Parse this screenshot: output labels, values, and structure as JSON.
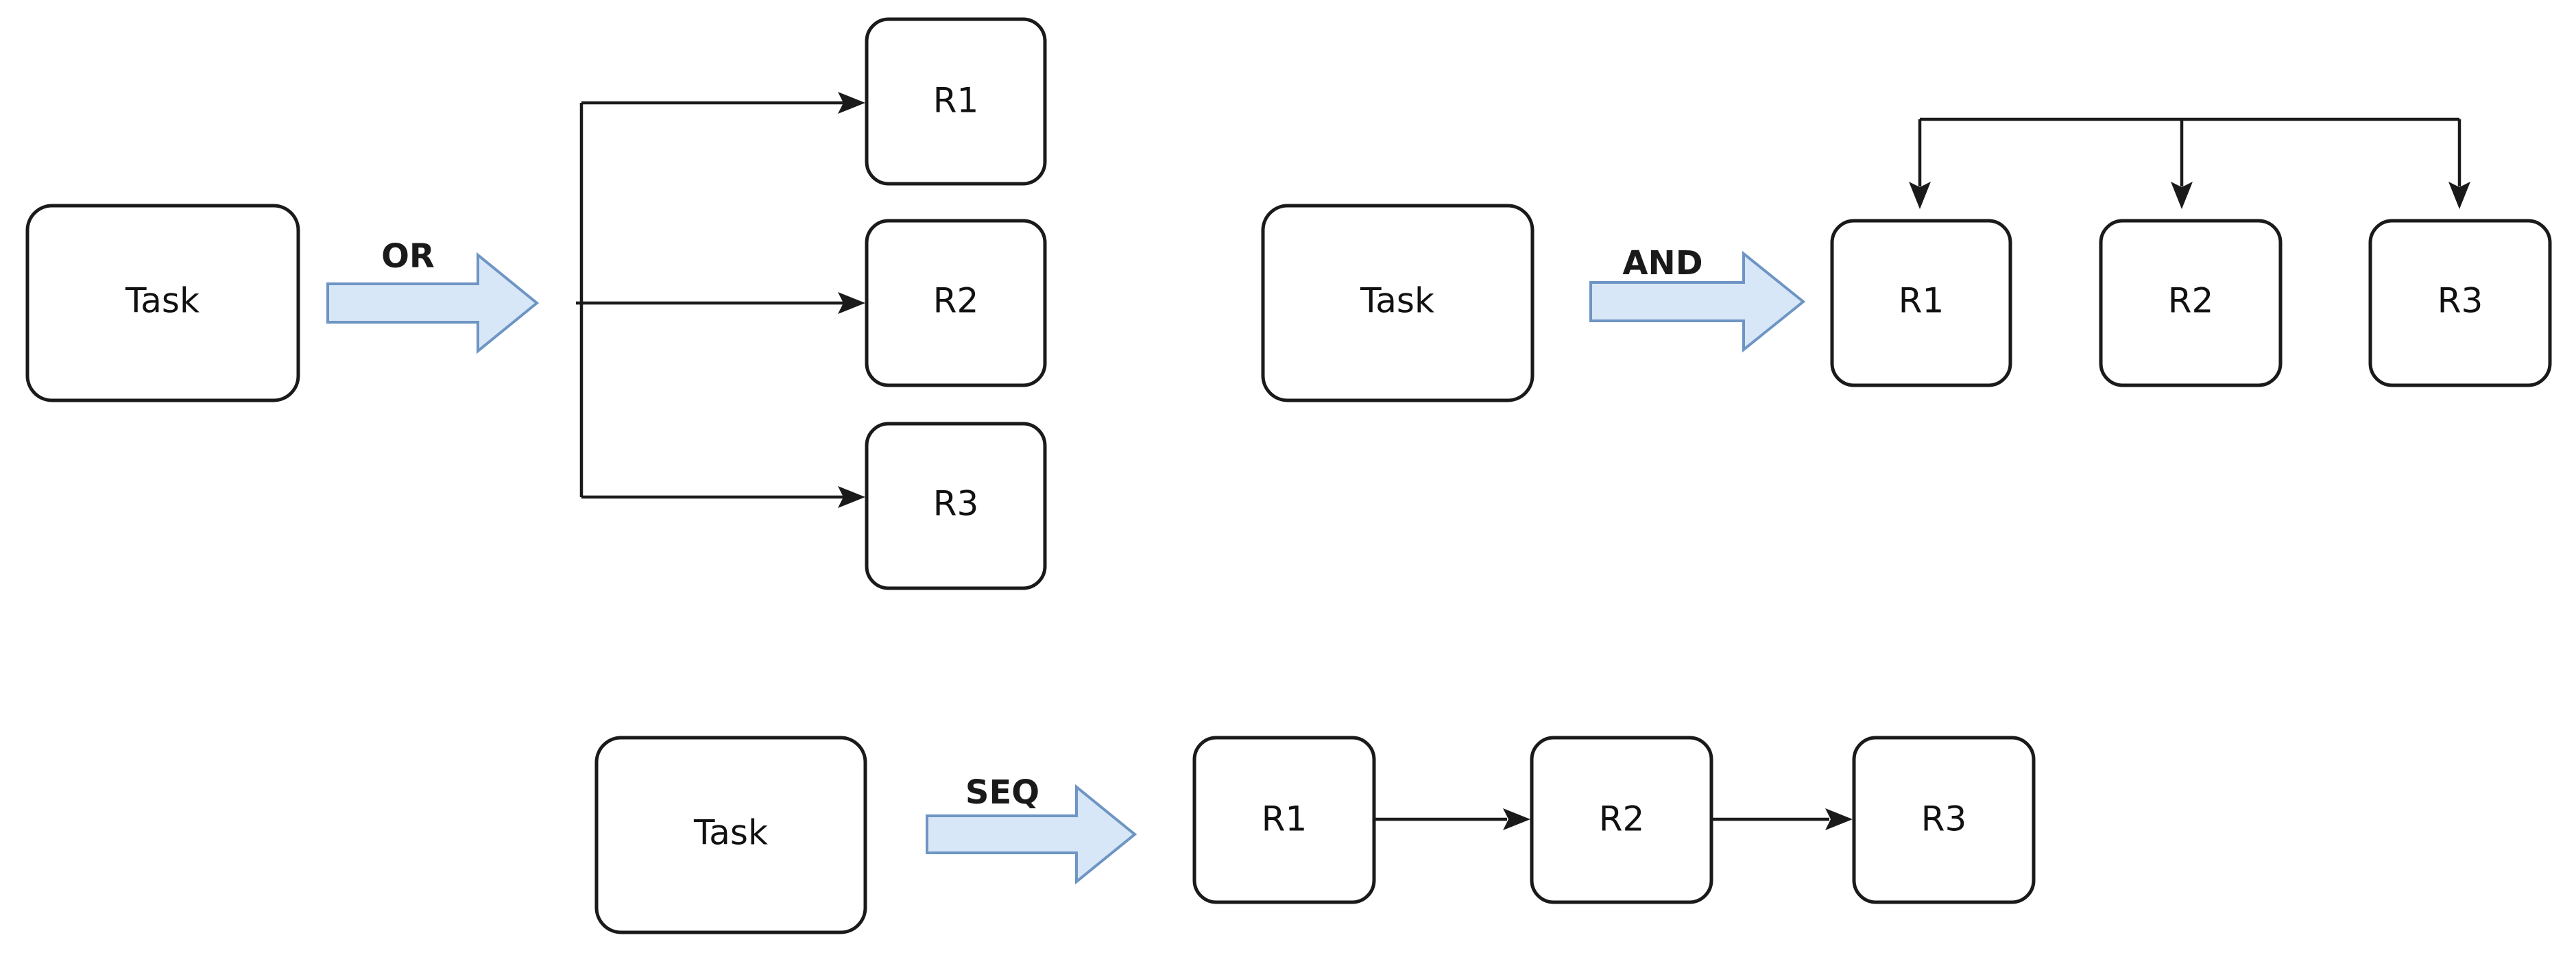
{
  "or_group": {
    "task": "Task",
    "operator": "OR",
    "results": [
      "R1",
      "R2",
      "R3"
    ]
  },
  "and_group": {
    "task": "Task",
    "operator": "AND",
    "results": [
      "R1",
      "R2",
      "R3"
    ]
  },
  "seq_group": {
    "task": "Task",
    "operator": "SEQ",
    "results": [
      "R1",
      "R2",
      "R3"
    ]
  },
  "colors": {
    "box_stroke": "#1a1a1a",
    "arrow_fill": "#d7e7f8",
    "arrow_stroke": "#6e95c3",
    "background": "#ffffff"
  }
}
